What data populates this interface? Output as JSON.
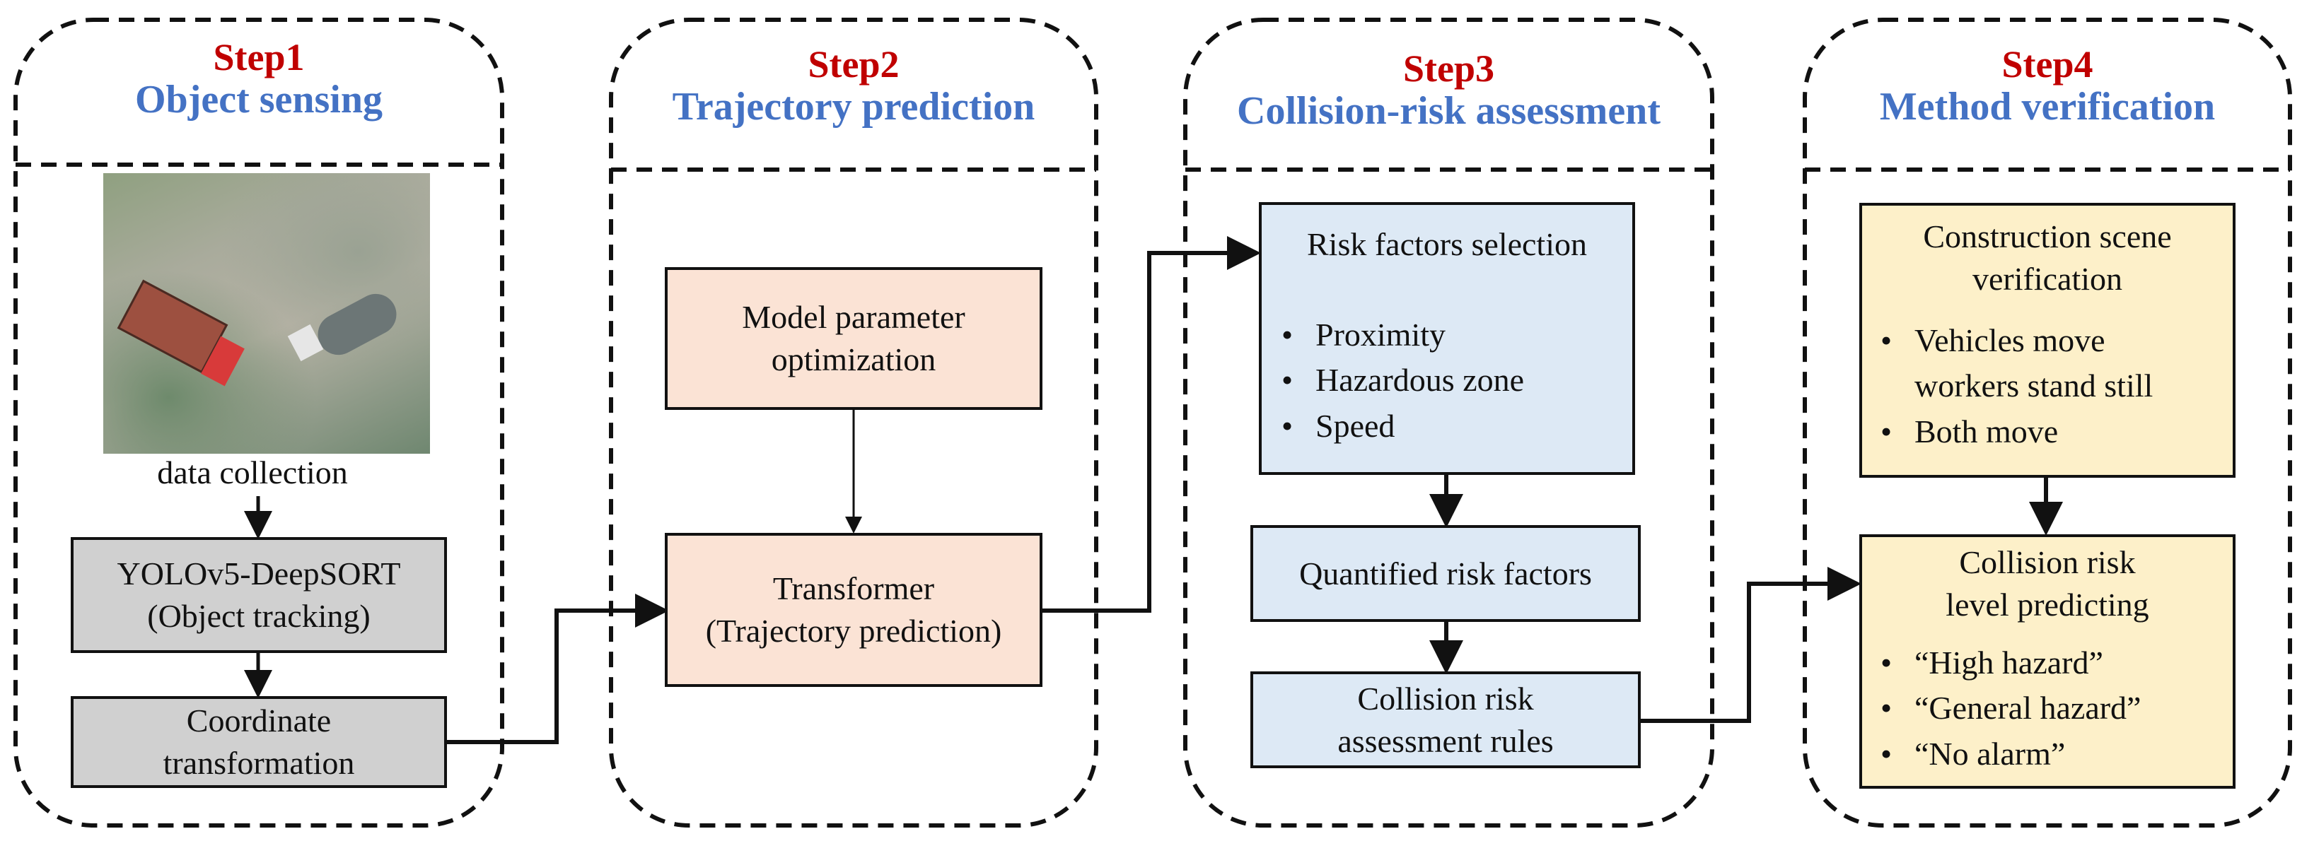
{
  "steps": [
    {
      "num": "Step1",
      "title": "Object sensing"
    },
    {
      "num": "Step2",
      "title": "Trajectory prediction"
    },
    {
      "num": "Step3",
      "title": "Collision-risk assessment"
    },
    {
      "num": "Step4",
      "title": "Method verification"
    }
  ],
  "colors": {
    "step_num": "#c00000",
    "step_title": "#4472c4"
  },
  "step1": {
    "caption": "data collection",
    "tracking": [
      "YOLOv5-DeepSORT",
      "(Object tracking)"
    ],
    "coordinate": [
      "Coordinate",
      "transformation"
    ]
  },
  "step2": {
    "optimization": [
      "Model parameter",
      "optimization"
    ],
    "transformer": [
      "Transformer",
      "(Trajectory prediction)"
    ]
  },
  "step3": {
    "selection_title": "Risk factors selection",
    "factors": [
      "Proximity",
      "Hazardous zone",
      "Speed"
    ],
    "quantified": "Quantified risk factors",
    "rules": [
      "Collision risk",
      "assessment rules"
    ]
  },
  "step4": {
    "scene_title": [
      "Construction scene",
      "verification"
    ],
    "scenes": [
      [
        "Vehicles move",
        "workers stand still"
      ],
      [
        "Both move"
      ]
    ],
    "predict_title": [
      "Collision risk",
      "level predicting"
    ],
    "levels": [
      "“High hazard”",
      "“General hazard”",
      "“No alarm”"
    ]
  }
}
